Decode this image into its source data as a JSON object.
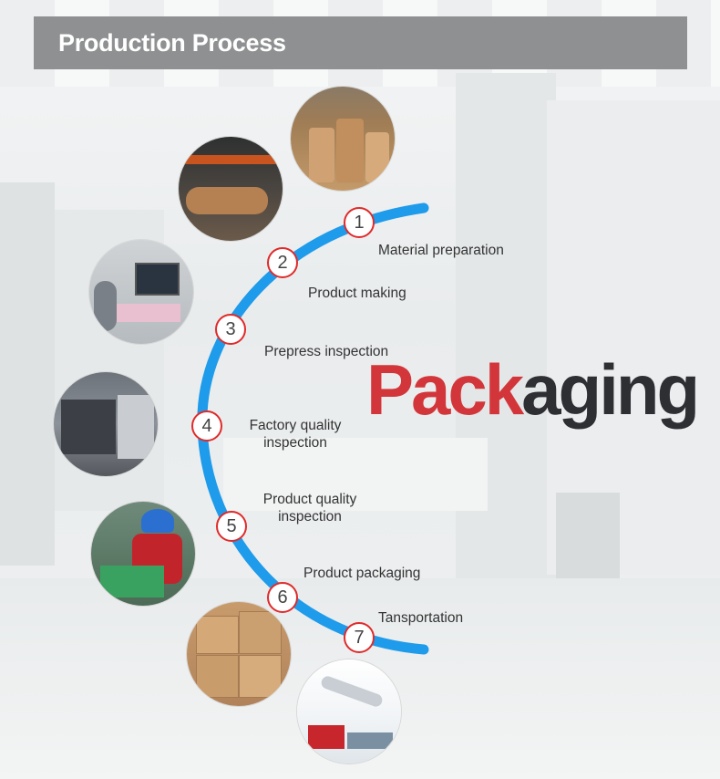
{
  "header": {
    "title": "Production Process"
  },
  "brand": {
    "part1": "Pack",
    "part2": "aging"
  },
  "colors": {
    "arc": "#1e9bea",
    "accent": "#e02a2a",
    "header": "#8f9091"
  },
  "steps": [
    {
      "number": "1",
      "label": "Material preparation"
    },
    {
      "number": "2",
      "label": "Product making"
    },
    {
      "number": "3",
      "label": "Prepress inspection"
    },
    {
      "number": "4",
      "label_line1": "Factory quality",
      "label_line2": "inspection"
    },
    {
      "number": "5",
      "label_line1": "Product quality",
      "label_line2": "inspection"
    },
    {
      "number": "6",
      "label": "Product packaging"
    },
    {
      "number": "7",
      "label": "Tansportation"
    }
  ],
  "photos": [
    "kraft-paper-rolls-photo",
    "paper-roll-machine-photo",
    "printing-operator-photo",
    "printing-press-photo",
    "worker-packing-photo",
    "stacked-cartons-photo",
    "airplane-truck-ship-photo"
  ]
}
